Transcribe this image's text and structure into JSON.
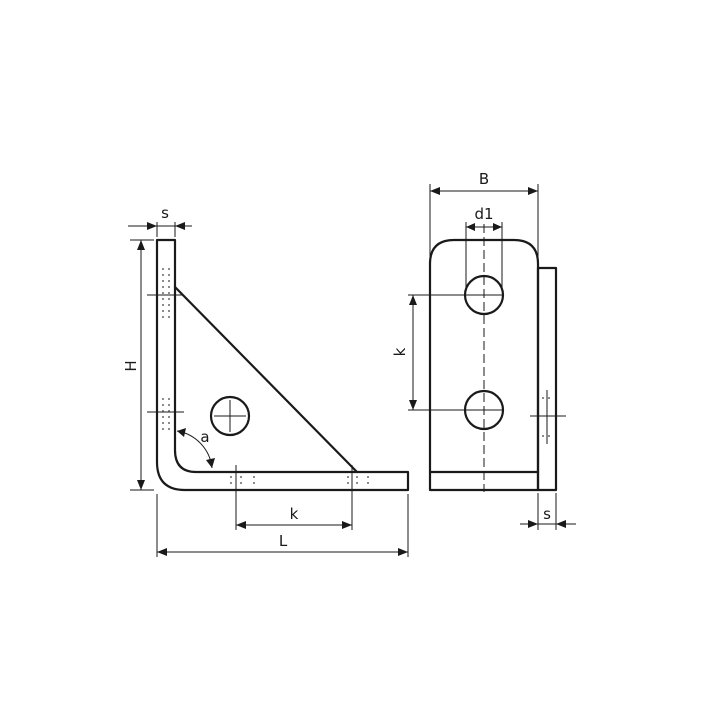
{
  "drawing": {
    "left_view": {
      "s_label": "s",
      "H_label": "H",
      "a_label": "a",
      "k_label": "k",
      "L_label": "L"
    },
    "right_view": {
      "B_label": "B",
      "d1_label": "d1",
      "k_label": "k",
      "s_label": "s"
    }
  },
  "colors": {
    "line": "#1a1a1a",
    "background": "#ffffff"
  }
}
